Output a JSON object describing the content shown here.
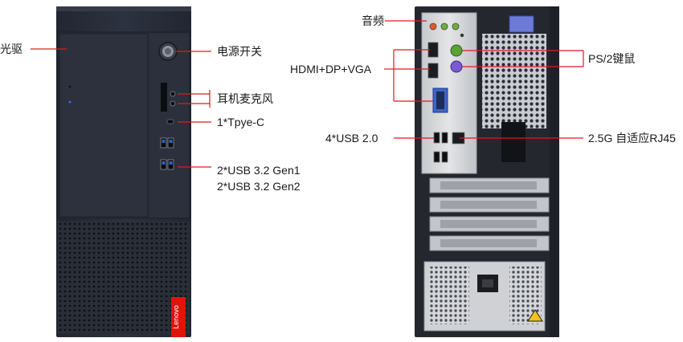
{
  "front": {
    "labels": {
      "optical_drive": "光驱",
      "power_switch": "电源开关",
      "headphone_mic": "耳机麦克风",
      "type_c": "1*Tpye-C",
      "usb32_line1": "2*USB 3.2 Gen1",
      "usb32_line2": "2*USB 3.2 Gen2"
    },
    "brand_logo_text": "Lenovo"
  },
  "rear": {
    "labels": {
      "audio": "音频",
      "video_out": "HDMI+DP+VGA",
      "ps2": "PS/2键鼠",
      "usb20": "4*USB 2.0",
      "lan": "2.5G 自适应RJ45"
    }
  },
  "colors": {
    "callout_line": "#e0191f",
    "case_dark": "#262a35",
    "lenovo_red": "#e1140a"
  }
}
